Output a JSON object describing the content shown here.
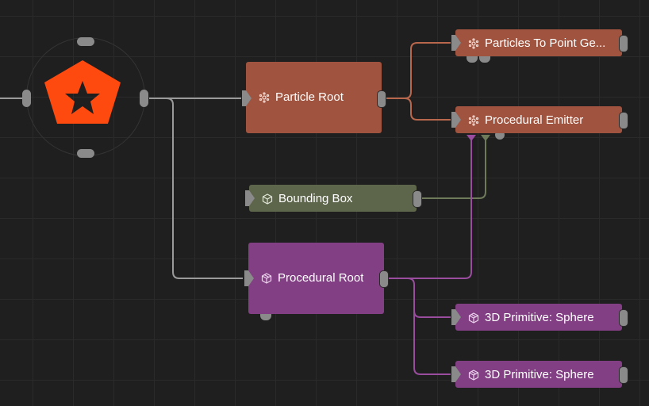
{
  "canvas": {
    "logo": "notch-star-logo"
  },
  "nodes": [
    {
      "id": "particle_root",
      "label": "Particle Root",
      "icon": "particle-icon",
      "color": "#a0533e"
    },
    {
      "id": "particles_to_point",
      "label": "Particles To Point Ge...",
      "icon": "particle-icon",
      "color": "#a0533e"
    },
    {
      "id": "procedural_emitter",
      "label": "Procedural Emitter",
      "icon": "particle-icon",
      "color": "#a0533e"
    },
    {
      "id": "bounding_box",
      "label": "Bounding Box",
      "icon": "cube-icon",
      "color": "#5d664b"
    },
    {
      "id": "procedural_root",
      "label": "Procedural Root",
      "icon": "procedural-icon",
      "color": "#823f84"
    },
    {
      "id": "sphere_1",
      "label": "3D Primitive: Sphere",
      "icon": "procedural-icon",
      "color": "#823f84"
    },
    {
      "id": "sphere_2",
      "label": "3D Primitive: Sphere",
      "icon": "procedural-icon",
      "color": "#823f84"
    }
  ],
  "wire_colors": {
    "root": "#9a9a9a",
    "particle": "#b8674c",
    "bounding": "#6e7a5a",
    "procedural": "#9a4c9e"
  }
}
